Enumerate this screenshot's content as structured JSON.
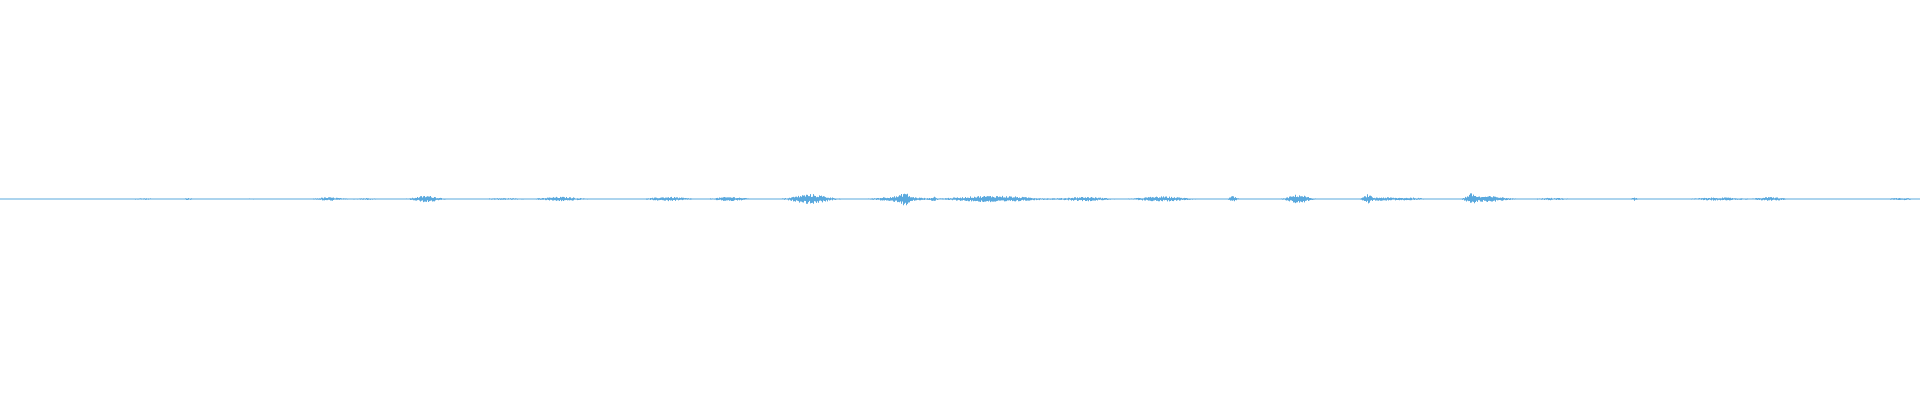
{
  "waveform": {
    "color": "#5aa9de",
    "baseline_amplitude": 0.012,
    "bursts": [
      {
        "center": 0.074,
        "width": 0.012,
        "amplitude": 0.03
      },
      {
        "center": 0.098,
        "width": 0.003,
        "amplitude": 0.05
      },
      {
        "center": 0.13,
        "width": 0.008,
        "amplitude": 0.02
      },
      {
        "center": 0.171,
        "width": 0.01,
        "amplitude": 0.08
      },
      {
        "center": 0.19,
        "width": 0.01,
        "amplitude": 0.04
      },
      {
        "center": 0.222,
        "width": 0.01,
        "amplitude": 0.16
      },
      {
        "center": 0.262,
        "width": 0.015,
        "amplitude": 0.04
      },
      {
        "center": 0.292,
        "width": 0.015,
        "amplitude": 0.1
      },
      {
        "center": 0.348,
        "width": 0.014,
        "amplitude": 0.1
      },
      {
        "center": 0.38,
        "width": 0.012,
        "amplitude": 0.1
      },
      {
        "center": 0.422,
        "width": 0.014,
        "amplitude": 0.24
      },
      {
        "center": 0.468,
        "width": 0.016,
        "amplitude": 0.14
      },
      {
        "center": 0.471,
        "width": 0.003,
        "amplitude": 0.22
      },
      {
        "center": 0.486,
        "width": 0.002,
        "amplitude": 0.08
      },
      {
        "center": 0.517,
        "width": 0.03,
        "amplitude": 0.16
      },
      {
        "center": 0.565,
        "width": 0.016,
        "amplitude": 0.1
      },
      {
        "center": 0.605,
        "width": 0.018,
        "amplitude": 0.12
      },
      {
        "center": 0.642,
        "width": 0.003,
        "amplitude": 0.14
      },
      {
        "center": 0.676,
        "width": 0.008,
        "amplitude": 0.22
      },
      {
        "center": 0.712,
        "width": 0.003,
        "amplitude": 0.2
      },
      {
        "center": 0.72,
        "width": 0.012,
        "amplitude": 0.08
      },
      {
        "center": 0.735,
        "width": 0.01,
        "amplitude": 0.06
      },
      {
        "center": 0.766,
        "width": 0.004,
        "amplitude": 0.22
      },
      {
        "center": 0.775,
        "width": 0.014,
        "amplitude": 0.14
      },
      {
        "center": 0.808,
        "width": 0.012,
        "amplitude": 0.05
      },
      {
        "center": 0.851,
        "width": 0.002,
        "amplitude": 0.08
      },
      {
        "center": 0.895,
        "width": 0.018,
        "amplitude": 0.07
      },
      {
        "center": 0.922,
        "width": 0.01,
        "amplitude": 0.09
      },
      {
        "center": 0.99,
        "width": 0.01,
        "amplitude": 0.05
      }
    ]
  }
}
